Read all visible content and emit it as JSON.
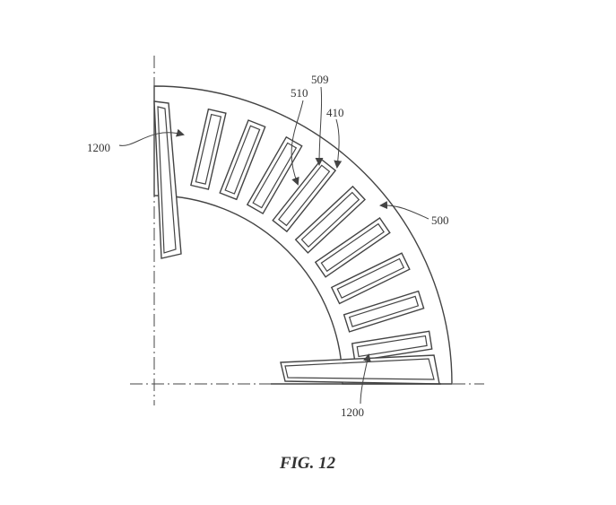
{
  "figure": {
    "caption": "FIG. 12",
    "line_color": "#444444",
    "labels": {
      "ref_1200_left": "1200",
      "ref_1200_bottom": "1200",
      "ref_510": "510",
      "ref_509": "509",
      "ref_410": "410",
      "ref_500": "500"
    },
    "slot_count": 9
  }
}
